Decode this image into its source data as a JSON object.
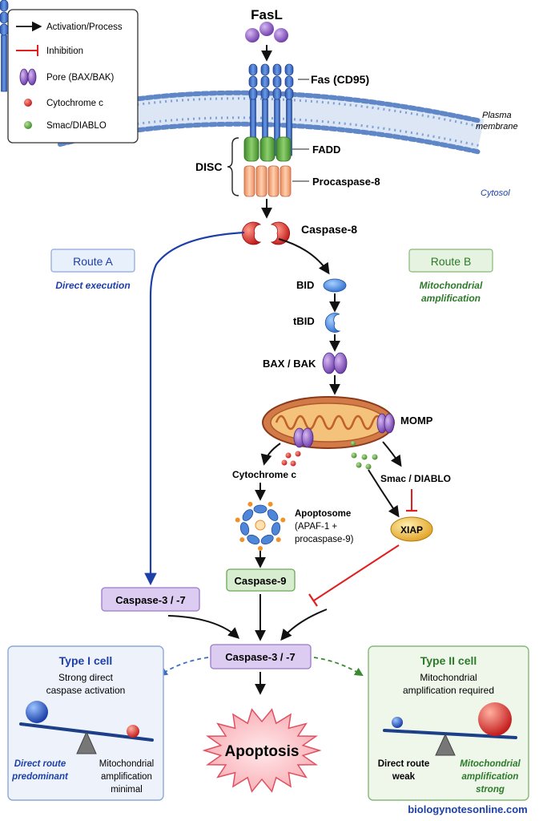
{
  "legend": {
    "activation": "Activation/Process",
    "inhibition": "Inhibition",
    "pore": "Pore (BAX/BAK)",
    "cytochrome": "Cytochrome c",
    "smac": "Smac/DIABLO"
  },
  "top": {
    "fasl": "FasL",
    "fas": "Fas (CD95)",
    "plasma_line1": "Plasma",
    "plasma_line2": "membrane",
    "cytosol": "Cytosol",
    "disc": "DISC",
    "fadd": "FADD",
    "procaspase8": "Procaspase-8",
    "caspase8": "Caspase-8"
  },
  "route_a": {
    "title": "Route A",
    "subtitle": "Direct execution"
  },
  "route_b": {
    "title": "Route B",
    "subtitle_line1": "Mitochondrial",
    "subtitle_line2": "amplification"
  },
  "pathway": {
    "bid": "BID",
    "tbid": "tBID",
    "baxbak": "BAX / BAK",
    "momp": "MOMP",
    "cytochrome_c": "Cytochrome c",
    "smac_diablo": "Smac / DIABLO",
    "xiap": "XIAP",
    "apoptosome_line1": "Apoptosome",
    "apoptosome_line2": "(APAF-1 +",
    "apoptosome_line3": "procaspase-9)",
    "caspase9": "Caspase-9",
    "caspase37_left": "Caspase-3 / -7",
    "caspase37_center": "Caspase-3 / -7",
    "apoptosis": "Apoptosis"
  },
  "type1": {
    "title": "Type I cell",
    "line1": "Strong direct",
    "line2": "caspase activation",
    "left_line1": "Direct route",
    "left_line2": "predominant",
    "right_line1": "Mitochondrial",
    "right_line2": "amplification",
    "right_line3": "minimal"
  },
  "type2": {
    "title": "Type II cell",
    "line1": "Mitochondrial",
    "line2": "amplification required",
    "left_line1": "Direct route",
    "left_line2": "weak",
    "right_line1": "Mitochondrial",
    "right_line2": "amplification",
    "right_line3": "strong"
  },
  "footer": "biologynotesonline.com",
  "colors": {
    "route_a": "#1d3fa8",
    "route_b": "#2d7a2a",
    "inhibition": "#e02020",
    "caspase_purple": "#d9c6f0",
    "caspase9_green": "#d8ecd0",
    "receptor_blue": "#3f6fc7",
    "fadd_green": "#5fa84a",
    "procasp_orange": "#f4a77c",
    "caspase8_red": "#d42a2a",
    "mito_outer": "#c86a3a",
    "xiap_yellow": "#f3c64a"
  }
}
